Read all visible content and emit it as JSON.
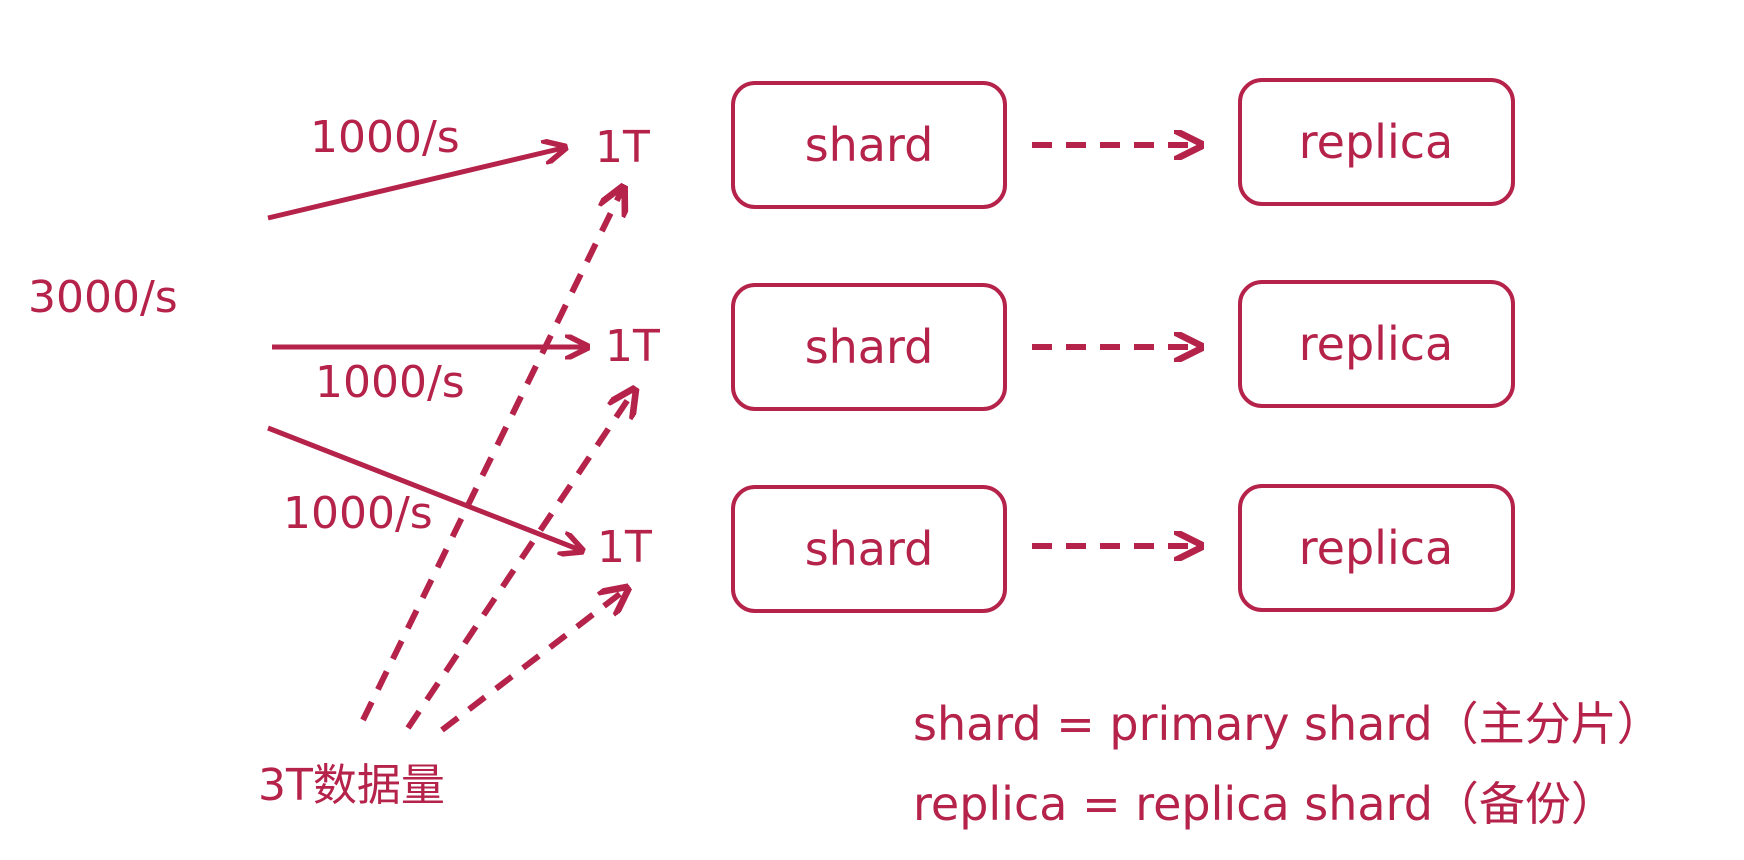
{
  "colors": {
    "accent": "#b5224a",
    "background": "#ffffff"
  },
  "diagram": {
    "total_rate": "3000/s",
    "per_node_rate": "1000/s",
    "total_data": "3T数据量",
    "nodes": [
      {
        "size": "1T",
        "rate": "1000/s",
        "shard": "shard",
        "replica": "replica"
      },
      {
        "size": "1T",
        "rate": "1000/s",
        "shard": "shard",
        "replica": "replica"
      },
      {
        "size": "1T",
        "rate": "1000/s",
        "shard": "shard",
        "replica": "replica"
      }
    ],
    "legend": {
      "shard_def": "shard = primary shard（主分片）",
      "replica_def": "replica = replica shard（备份）"
    }
  }
}
